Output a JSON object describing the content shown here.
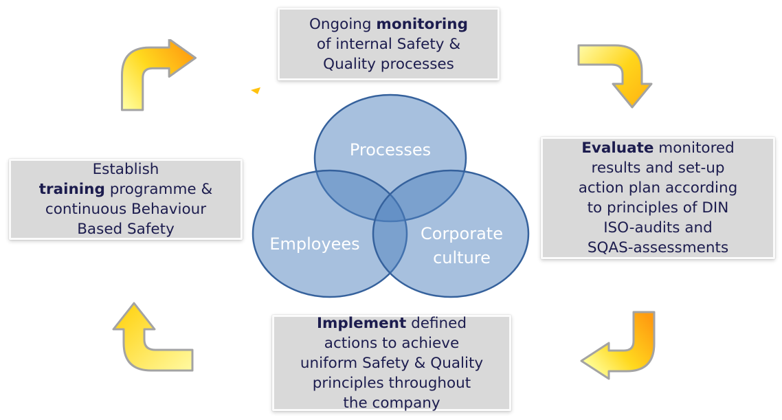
{
  "diagram_type": "safety-quality-management-cycle",
  "boxes": {
    "top": {
      "name": "ongoing-monitoring",
      "lines": [
        [
          {
            "t": "Ongoing ",
            "b": false
          },
          {
            "t": "monitoring",
            "b": true
          }
        ],
        [
          {
            "t": "of internal Safety &",
            "b": false
          }
        ],
        [
          {
            "t": "Quality processes",
            "b": false
          }
        ]
      ]
    },
    "right": {
      "name": "evaluate-results",
      "lines": [
        [
          {
            "t": "Evaluate",
            "b": true
          },
          {
            "t": " monitored",
            "b": false
          }
        ],
        [
          {
            "t": "results and set-up",
            "b": false
          }
        ],
        [
          {
            "t": "action plan according",
            "b": false
          }
        ],
        [
          {
            "t": "to principles of DIN",
            "b": false
          }
        ],
        [
          {
            "t": "ISO-audits and",
            "b": false
          }
        ],
        [
          {
            "t": "SQAS-assessments",
            "b": false
          }
        ]
      ]
    },
    "bottom": {
      "name": "implement-actions",
      "lines": [
        [
          {
            "t": "Implement",
            "b": true
          },
          {
            "t": " defined",
            "b": false
          }
        ],
        [
          {
            "t": "actions to achieve",
            "b": false
          }
        ],
        [
          {
            "t": "uniform Safety & Quality",
            "b": false
          }
        ],
        [
          {
            "t": "principles throughout",
            "b": false
          }
        ],
        [
          {
            "t": "the company",
            "b": false
          }
        ]
      ]
    },
    "left": {
      "name": "establish-training",
      "lines": [
        [
          {
            "t": "Establish",
            "b": false
          }
        ],
        [
          {
            "t": "training",
            "b": true
          },
          {
            "t": " programme &",
            "b": false
          }
        ],
        [
          {
            "t": "continuous Behaviour",
            "b": false
          }
        ],
        [
          {
            "t": "Based Safety",
            "b": false
          }
        ]
      ]
    }
  },
  "venn": {
    "circles": [
      {
        "label": "Processes",
        "label_lines": [
          "Processes"
        ]
      },
      {
        "label": "Employees",
        "label_lines": [
          "Employees"
        ]
      },
      {
        "label": "Corporate culture",
        "label_lines": [
          "Corporate",
          "culture"
        ]
      }
    ]
  },
  "arrows": [
    {
      "name": "cycle-arrow-top-left",
      "direction": "up-then-right"
    },
    {
      "name": "cycle-arrow-top-right",
      "direction": "right-then-down"
    },
    {
      "name": "cycle-arrow-bottom-right",
      "direction": "down-then-left"
    },
    {
      "name": "cycle-arrow-bottom-left",
      "direction": "left-then-up"
    }
  ],
  "colors": {
    "box_background": "#d9d9d9",
    "box_text": "#1c1c4e",
    "circle_fill": "#4f81bd",
    "circle_stroke": "#35619c",
    "circle_label": "#ffffff",
    "arrow_pale_yellow": "#ffff9e",
    "arrow_gold": "#ffd91f",
    "arrow_orange": "#ff9c10",
    "arrow_outline": "#a3a3a3"
  }
}
